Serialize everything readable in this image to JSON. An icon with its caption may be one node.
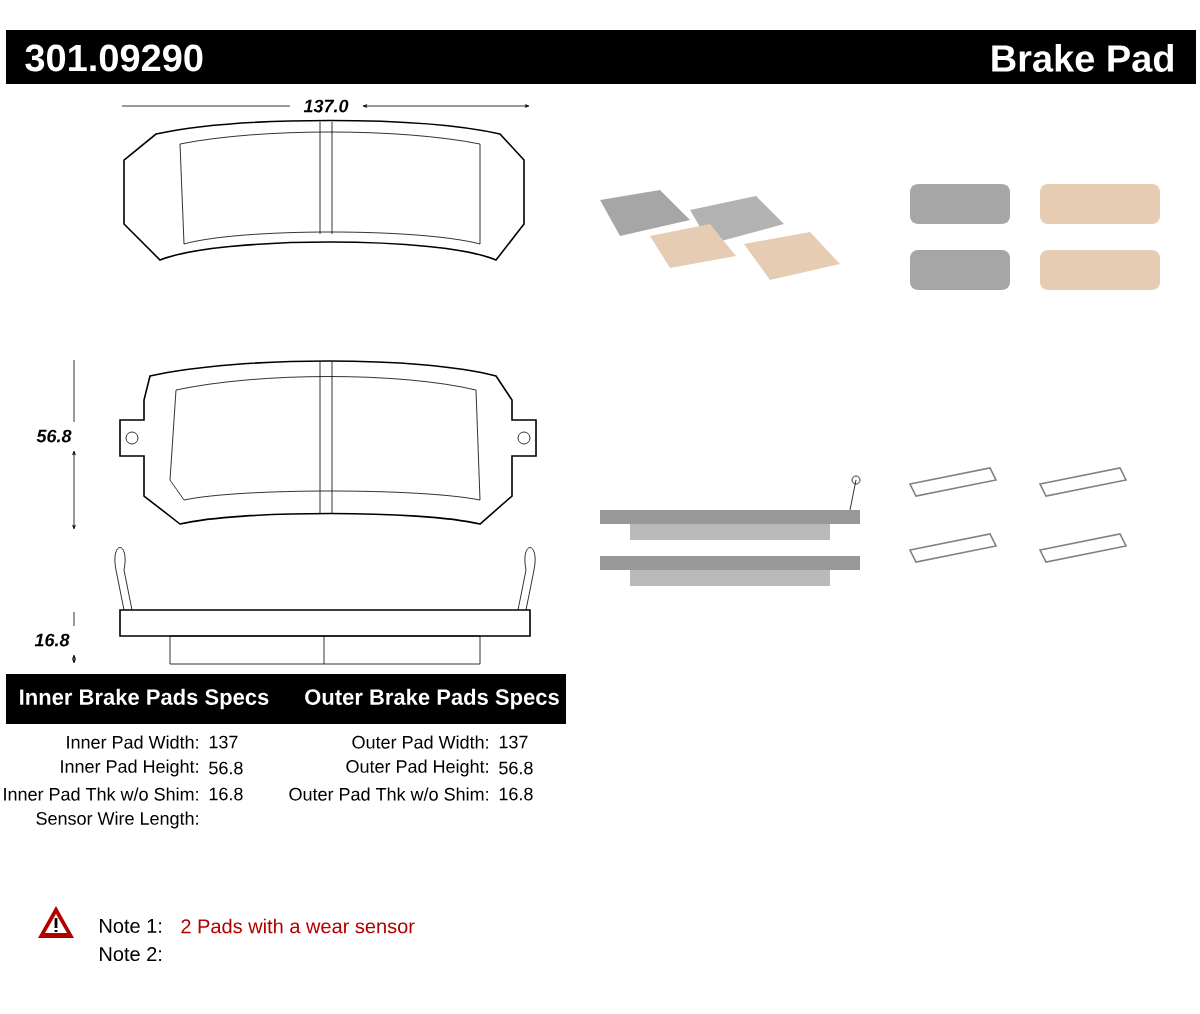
{
  "diagram": {
    "title": "Brake Pad",
    "labels": [
      "301.09290",
      "137.0",
      "56.8",
      "16.8",
      "Inner Brake Pads Specs",
      "Outer Brake Pads Specs",
      "Inner Pad Width:",
      "137",
      "Outer Pad Width:",
      "137",
      "Inner Pad Height:",
      "56.8",
      "Outer Pad Height:",
      "56.8",
      "Inner Pad Thk w/o Shim:",
      "16.8",
      "Outer Pad Thk w/o Shim:",
      "16.8",
      "Sensor Wire Length:",
      "Note 1:",
      "2 Pads with a wear sensor",
      "Note 2:"
    ]
  }
}
